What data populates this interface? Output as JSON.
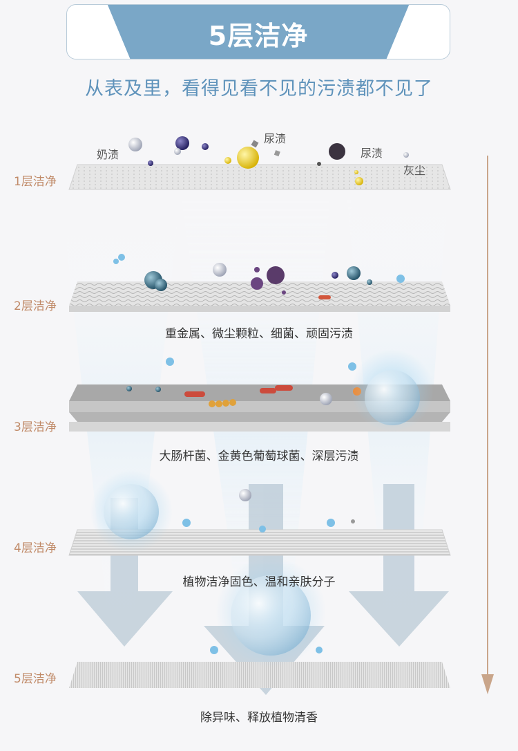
{
  "header": {
    "title": "5层洁净",
    "subtitle": "从表及里，看得见看不见的污渍都不见了"
  },
  "stain_labels": {
    "milk": "奶渍",
    "urine_1": "尿渍",
    "urine_2": "尿渍",
    "dust": "灰尘"
  },
  "layers": [
    {
      "label": "1层洁净",
      "caption": ""
    },
    {
      "label": "2层洁净",
      "caption": "重金属、微尘颗粒、细菌、顽固污渍"
    },
    {
      "label": "3层洁净",
      "caption": "大肠杆菌、金黄色葡萄球菌、深层污渍"
    },
    {
      "label": "4层洁净",
      "caption": "植物洁净固色、温和亲肤分子"
    },
    {
      "label": "5层洁净",
      "caption": "除异味、释放植物清香"
    }
  ],
  "colors": {
    "title_bg": "#7aa7c7",
    "subtitle": "#5f93bb",
    "layer_label": "#c08a68",
    "arrow": "#b9c9d6",
    "side_arrow": "#c9a58a"
  }
}
